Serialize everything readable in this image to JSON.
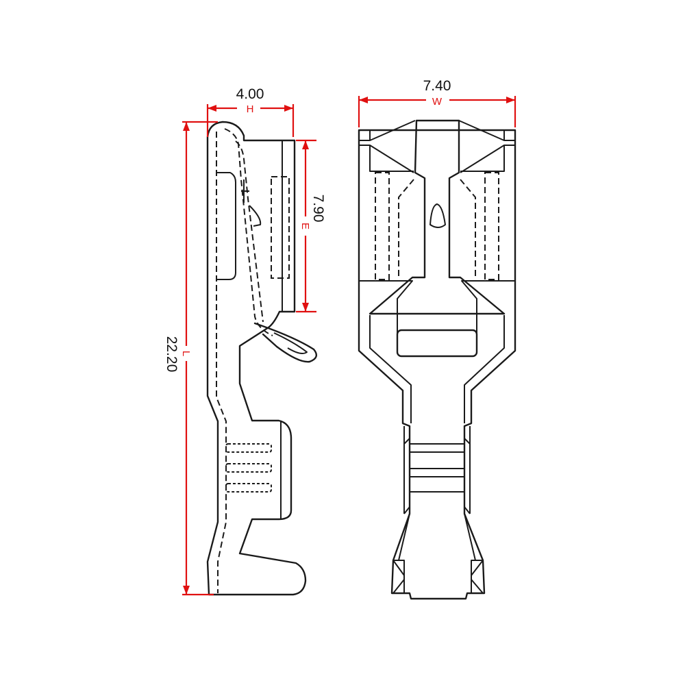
{
  "dimensions": {
    "height": {
      "value": "4.00",
      "tag": "H"
    },
    "width": {
      "value": "7.40",
      "tag": "W"
    },
    "contact": {
      "value": "7.90",
      "tag": "E"
    },
    "length": {
      "value": "22.20",
      "tag": "L"
    }
  },
  "colors": {
    "dimension": "#e01010",
    "outline": "#1a1a1a",
    "background": "#ffffff"
  }
}
